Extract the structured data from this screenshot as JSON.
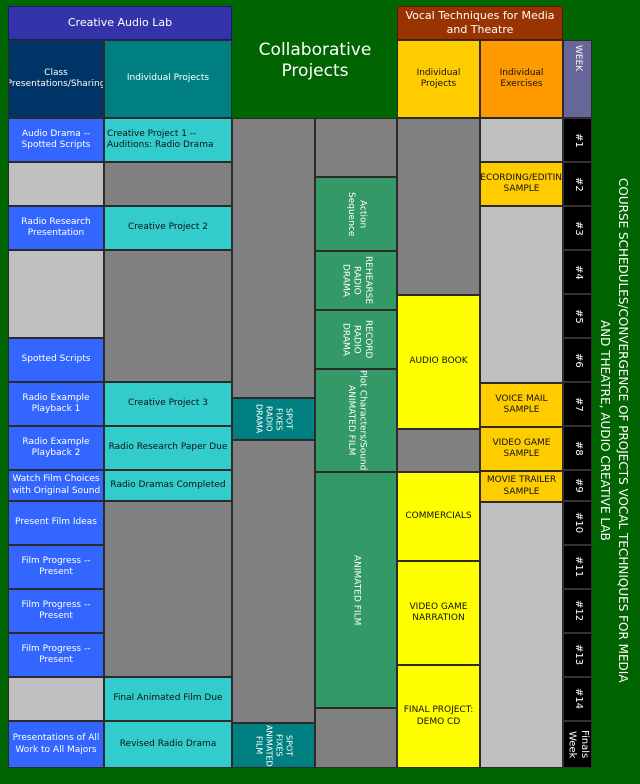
{
  "headers": {
    "creative_audio_lab": "Creative Audio Lab",
    "collaborative_projects": "Collaborative Projects",
    "vocal_techniques": "Vocal Techniques for Media and Theatre",
    "class_presentations": "Class Presentations/Sharing",
    "cal_individual_projects": "Individual Projects",
    "vt_individual_projects": "Individual Projects",
    "vt_individual_exercises": "Individual Exercises",
    "week": "WEEK"
  },
  "side_title": "COURSE SCHEDULES/CONVERGENCE OF PROJECTS VOCAL TECHNIQUES FOR MEDIA AND THEATRE, AUDIO CREATIVE LAB",
  "weeks": [
    "#1",
    "#2",
    "#3",
    "#4",
    "#5",
    "#6",
    "#7",
    "#8",
    "#9",
    "#10",
    "#11",
    "#12",
    "#13",
    "#14",
    "Finals Week"
  ],
  "class_presentations": {
    "w1": "Audio Drama -- Spotted Scripts",
    "w3": "Radio Research Presentation",
    "w6": "Spotted Scripts",
    "w7": "Radio Example Playback 1",
    "w8": "Radio Example Playback 2",
    "w9": "Watch Film Choices with Original Sound",
    "w10": "Present Film Ideas",
    "w11": "Film Progress -- Present",
    "w12": "Film Progress -- Present",
    "w13": "Film Progress -- Present",
    "finals": "Presentations of All Work to  All Majors"
  },
  "cal_individual": {
    "w1": "Creative Project 1 -- Auditions:  Radio Drama",
    "w3": "Creative Project 2",
    "w7": "Creative Project 3",
    "w8": "Radio Research Paper Due",
    "w9": "Radio Dramas Completed",
    "w14": "Final Animated Film Due",
    "finals": "Revised Radio Drama"
  },
  "collab_a": {
    "spot_radio": "SPOT FIXES RADIO DRAMA",
    "spot_film": "SPOT FIXES ANIMATED FILM"
  },
  "collab_b": {
    "action": "Action Sequence",
    "rehearse": "REHEARSE RADIO DRAMA",
    "record": "RECORD RADIO DRAMA",
    "plot": "Plot Characters/Sound ANIMATED FILM",
    "animated": "ANIMATED FILM"
  },
  "vt_projects": {
    "audio_book": "AUDIO BOOK",
    "commercials": "COMMERCIALS",
    "video_game": "VIDEO GAME NARRATION",
    "final": "FINAL PROJECT: DEMO CD"
  },
  "vt_exercises": {
    "w2": "RECORDING/EDITING SAMPLE",
    "w7": "VOICE MAIL SAMPLE",
    "w8": "VIDEO GAME SAMPLE",
    "w9": "MOVIE TRAILER SAMPLE"
  },
  "colors": {
    "background": "#006400",
    "cal_header": "#3333aa",
    "vt_header": "#993300",
    "class_blue": "#3366ff",
    "individual_teal": "#33cccc",
    "collab_green": "#339966",
    "spot_teal": "#008080",
    "vt_yellow": "#ffff00",
    "vt_gold": "#ffcc00",
    "week_black": "#000000"
  }
}
